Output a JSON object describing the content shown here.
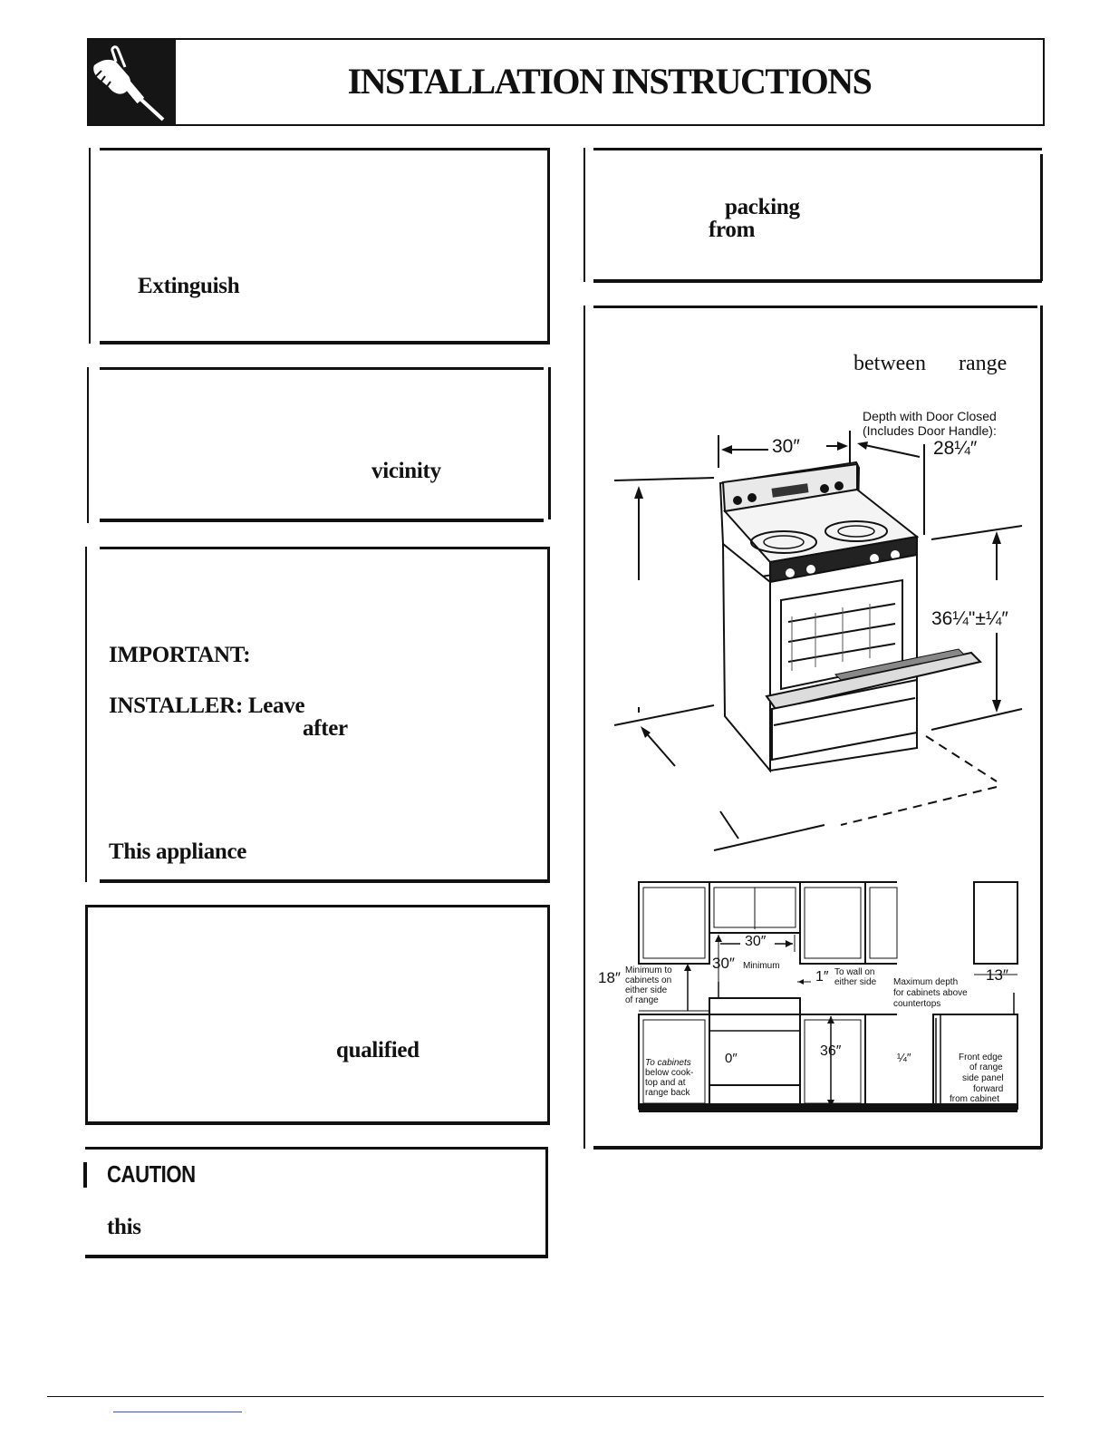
{
  "header": {
    "title": "INSTALLATION INSTRUCTIONS",
    "icon": "hand-screwdriver-icon"
  },
  "left_column": {
    "box1_words": [
      "Extinguish"
    ],
    "box2_words": [
      "vicinity"
    ],
    "box3_words": [
      "IMPORTANT:",
      "INSTALLER: Leave",
      "after",
      "This appliance"
    ],
    "box4_words": [
      "qualified"
    ],
    "caution": {
      "heading": "CAUTION",
      "words": [
        "this"
      ]
    }
  },
  "right_column": {
    "box1_words": [
      "packing",
      "from"
    ],
    "box2_words": [
      "between",
      "range"
    ]
  },
  "range_figure": {
    "depth_label_line1": "Depth with Door Closed",
    "depth_label_line2": "(Includes Door Handle):",
    "width": "30″",
    "depth": "28¼″",
    "height": "36¼\"±¼″"
  },
  "cabinet_figure": {
    "top_width": "30″",
    "min_clearance": "30″",
    "min_clearance_note": "Minimum",
    "side_clearance": "18″",
    "side_clearance_note": [
      "Minimum to",
      "cabinets on",
      "either side",
      "of range"
    ],
    "wall_gap": "1″",
    "wall_gap_note": [
      "To wall on",
      "either side"
    ],
    "max_depth": "13″",
    "max_depth_note": [
      "Maximum depth",
      "for cabinets above",
      "countertops"
    ],
    "counter_height": "36″",
    "zero_clearance": "0″",
    "zero_clearance_note": [
      "To cabinets",
      "below cook-",
      "top and at",
      "range back"
    ],
    "front_edge": "¼″",
    "front_edge_note": [
      "Front edge",
      "of range",
      "side panel",
      "forward",
      "from cabinet"
    ]
  }
}
